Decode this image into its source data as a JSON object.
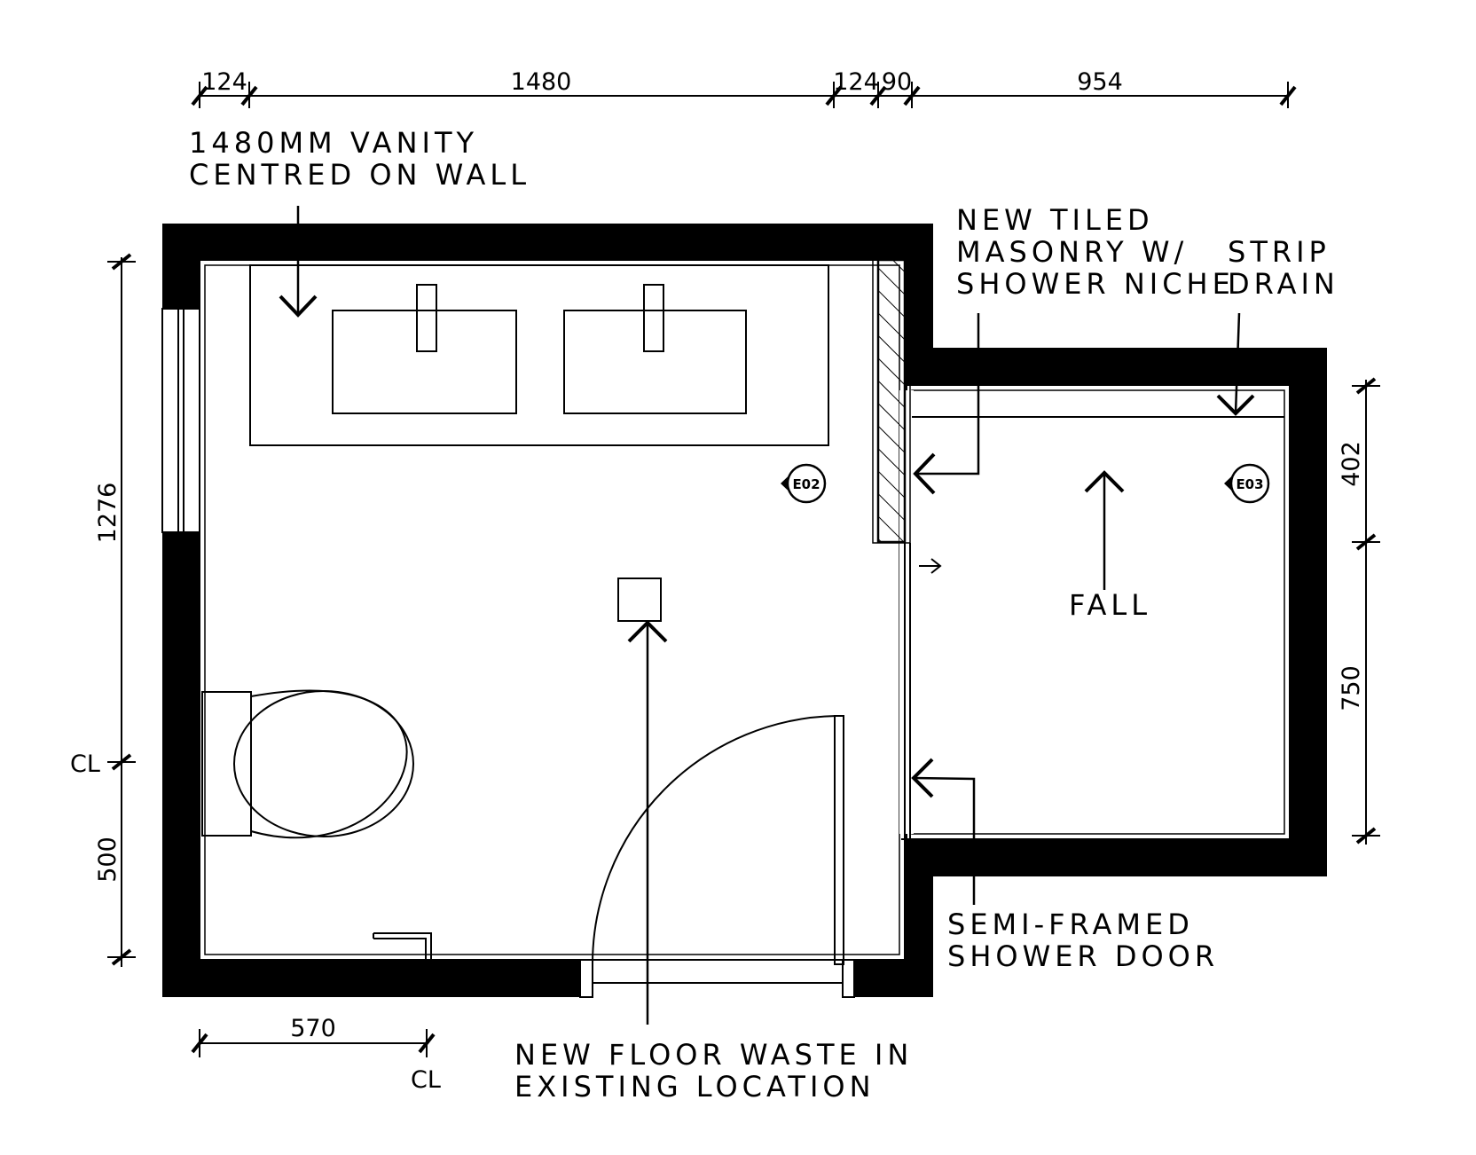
{
  "dimensions": {
    "top": [
      "124",
      "1480",
      "124",
      "90",
      "954"
    ],
    "left": [
      "1276",
      "500"
    ],
    "right": [
      "402",
      "750"
    ],
    "bottom": [
      "570"
    ],
    "centre_line_left": "CL",
    "centre_line_bottom": "CL"
  },
  "notes": {
    "vanity_line1": "1480MM VANITY",
    "vanity_line2": "CENTRED ON WALL",
    "masonry_line1": "NEW TILED",
    "masonry_line2": "MASONRY W/",
    "masonry_line3": "SHOWER NICHE",
    "strip_line1": "STRIP",
    "strip_line2": "DRAIN",
    "fall": "FALL",
    "door_line1": "SEMI-FRAMED",
    "door_line2": "SHOWER DOOR",
    "waste_line1": "NEW FLOOR WASTE IN",
    "waste_line2": "EXISTING LOCATION"
  },
  "elevation_tags": {
    "e02": "E02",
    "e03": "E03"
  },
  "colors": {
    "wall": "#000000",
    "line": "#000000",
    "background": "#ffffff"
  }
}
